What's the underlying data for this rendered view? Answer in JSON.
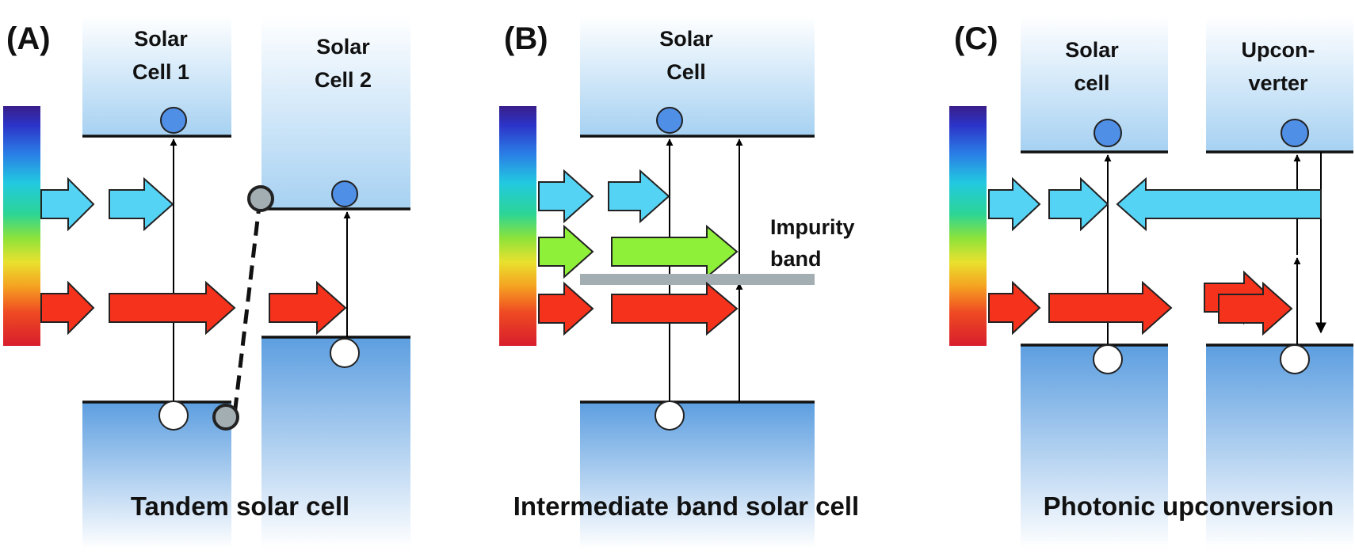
{
  "panels": [
    {
      "letter": "(A)",
      "cell_labels": [
        [
          "Solar",
          "Cell 1"
        ],
        [
          "Solar",
          "Cell 2"
        ]
      ],
      "caption": "Tandem solar cell"
    },
    {
      "letter": "(B)",
      "cell_labels": [
        [
          "Solar",
          "Cell"
        ]
      ],
      "impurity_label": [
        "Impurity",
        "band"
      ],
      "caption": "Intermediate band solar cell"
    },
    {
      "letter": "(C)",
      "cell_labels": [
        [
          "Solar",
          "cell"
        ],
        [
          "Upcon-",
          "verter"
        ]
      ],
      "caption": "Photonic upconversion"
    }
  ],
  "colors": {
    "blue_photon": "#55d3f5",
    "green_photon": "#8ff03a",
    "red_photon": "#f5321c",
    "electron": "#4f8fe6",
    "hole": "#ffffff",
    "impurity_band": "#a3aeb3"
  }
}
